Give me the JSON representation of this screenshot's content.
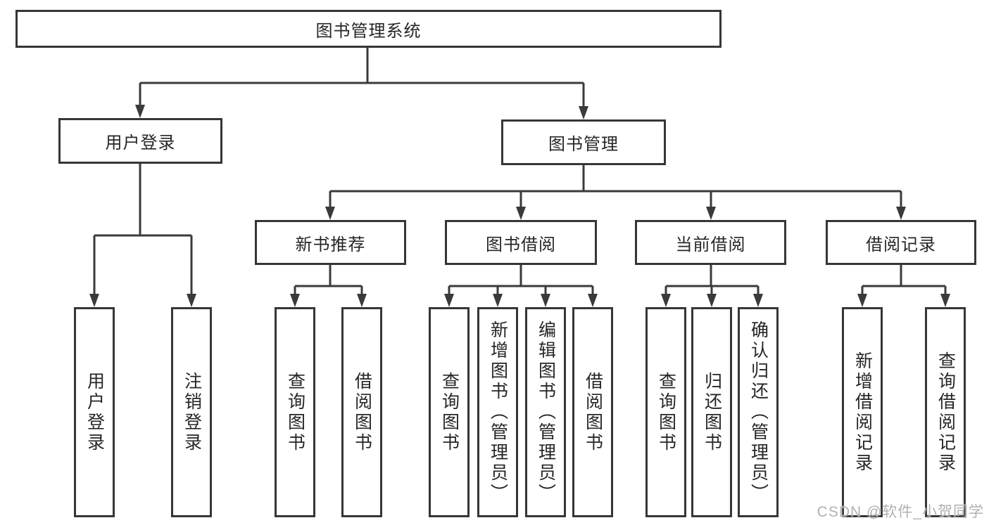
{
  "diagram": {
    "root": {
      "label": "图书管理系统",
      "children": [
        {
          "label": "用户登录",
          "children": [
            {
              "label": "用户登录"
            },
            {
              "label": "注销登录"
            }
          ]
        },
        {
          "label": "图书管理",
          "children": [
            {
              "label": "新书推荐",
              "children": [
                {
                  "label": "查询图书"
                },
                {
                  "label": "借阅图书"
                }
              ]
            },
            {
              "label": "图书借阅",
              "children": [
                {
                  "label": "查询图书"
                },
                {
                  "label": "新增图书（管理员）"
                },
                {
                  "label": "编辑图书（管理员）"
                },
                {
                  "label": "借阅图书"
                }
              ]
            },
            {
              "label": "当前借阅",
              "children": [
                {
                  "label": "查询图书"
                },
                {
                  "label": "归还图书"
                },
                {
                  "label": "确认归还（管理员）"
                }
              ]
            },
            {
              "label": "借阅记录",
              "children": [
                {
                  "label": "新增借阅记录"
                },
                {
                  "label": "查询借阅记录"
                }
              ]
            }
          ]
        }
      ]
    },
    "colors": {
      "line": "#3a3a3a",
      "border": "#363636",
      "text": "#262626",
      "watermark": "#adadad"
    }
  },
  "watermark": {
    "text": "CSDN @软件_小贺同学"
  }
}
